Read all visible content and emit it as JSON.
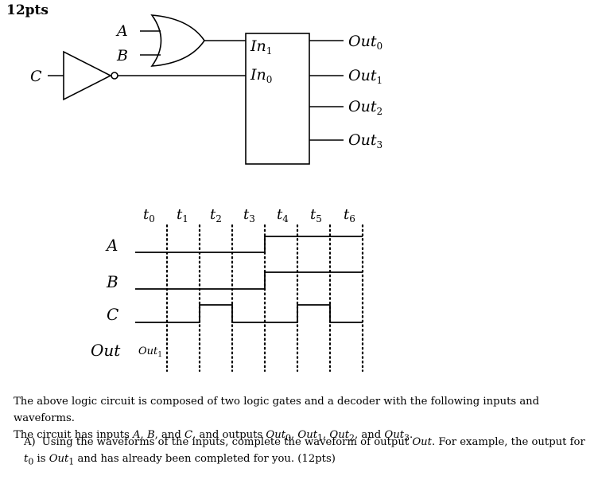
{
  "points_label": "12pts",
  "circuit": {
    "input_a": "A",
    "input_b": "B",
    "input_c": "C",
    "decoder_in1": "In",
    "decoder_in1_sub": "1",
    "decoder_in0": "In",
    "decoder_in0_sub": "0",
    "outputs": [
      {
        "base": "Out",
        "sub": "0"
      },
      {
        "base": "Out",
        "sub": "1"
      },
      {
        "base": "Out",
        "sub": "2"
      },
      {
        "base": "Out",
        "sub": "3"
      }
    ]
  },
  "timing": {
    "time_labels": [
      {
        "base": "t",
        "sub": "0"
      },
      {
        "base": "t",
        "sub": "1"
      },
      {
        "base": "t",
        "sub": "2"
      },
      {
        "base": "t",
        "sub": "3"
      },
      {
        "base": "t",
        "sub": "4"
      },
      {
        "base": "t",
        "sub": "5"
      },
      {
        "base": "t",
        "sub": "6"
      }
    ],
    "signals": [
      {
        "name": "A",
        "levels": [
          0,
          0,
          0,
          1,
          1,
          1,
          1
        ]
      },
      {
        "name": "B",
        "levels": [
          0,
          0,
          0,
          1,
          1,
          1,
          1
        ]
      },
      {
        "name": "C",
        "levels": [
          0,
          1,
          0,
          0,
          1,
          0,
          0
        ]
      }
    ],
    "out_label": "Out",
    "out_example_base": "Out",
    "out_example_sub": "1"
  },
  "description": {
    "p1": "The above logic circuit is composed of two logic gates and a decoder with the following inputs and waveforms.",
    "p2_a": "The circuit has inputs ",
    "p2_vA": "A",
    "p2_c1": ", ",
    "p2_vB": "B",
    "p2_c2": ", and ",
    "p2_vC": "C",
    "p2_b": ", and outputs ",
    "p2_o0": "Out",
    "p2_o0s": "0",
    "p2_c3": ", ",
    "p2_o1": "Out",
    "p2_o1s": "1",
    "p2_c4": ", ",
    "p2_o2": "Out",
    "p2_o2s": "2",
    "p2_c5": ", and ",
    "p2_o3": "Out",
    "p2_o3s": "3",
    "p2_end": "."
  },
  "question": {
    "id": "A)",
    "t1": "Using the waveforms of the inputs, complete the waveform of output ",
    "v1": "Out",
    "t2": ". For example, the output for ",
    "v2": "t",
    "v2s": "0",
    "t3": " is ",
    "v3": "Out",
    "v3s": "1",
    "t4": " and has already been completed for you. (12pts)"
  }
}
